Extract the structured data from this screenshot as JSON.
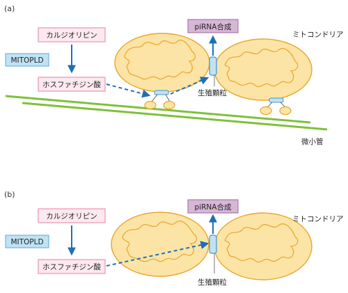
{
  "panels": [
    {
      "label": "(a)",
      "cardiolipin": "カルジオリピン",
      "mitopld": "MITOPLD",
      "phosphatidic_acid": "ホスファチジン酸",
      "pirna_synthesis": "piRNA合成",
      "mitochondria": "ミトコンドリア",
      "nuage": "生殖顆粒",
      "microtubule": "微小管"
    },
    {
      "label": "(b)",
      "cardiolipin": "カルジオリピン",
      "mitopld": "MITOPLD",
      "phosphatidic_acid": "ホスファチジン酸",
      "pirna_synthesis": "piRNA合成",
      "mitochondria": "ミトコンドリア",
      "nuage": "生殖顆粒"
    }
  ],
  "colors": {
    "pink_box_fill": "#fde9f0",
    "pink_box_stroke": "#e57fa6",
    "blue_box_fill": "#bfe3f4",
    "blue_box_stroke": "#5aa9d6",
    "purple_box_fill": "#d6b7d6",
    "purple_box_stroke": "#9c6a9c",
    "mito_fill": "#fce4a6",
    "mito_stroke": "#e9a52a",
    "microtubule": "#7dc13a",
    "arrow": "#1f6fb5",
    "granule_fill": "#bfe3f4",
    "granule_stroke": "#4a93c6"
  }
}
